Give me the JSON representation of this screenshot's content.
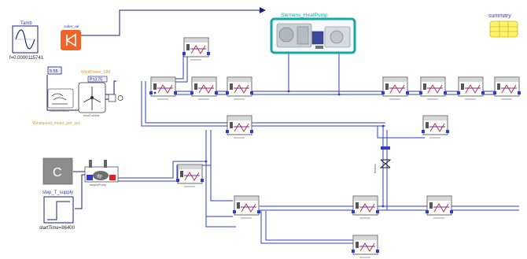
{
  "diagram": {
    "blocks": {
      "tamb": {
        "label": "Tamb",
        "param": "f=0.0000115741"
      },
      "outlet": {
        "label": "outlet_val"
      },
      "ratio": {
        "label": "5:55"
      },
      "wind_label": {
        "label": "WindPower_SIM"
      },
      "wind_value": {
        "label": "P=3.75"
      },
      "wind_turbine": {
        "label": "windTurbine"
      },
      "meas_label": {
        "label": "measurements"
      },
      "windspeed": {
        "label": "Windspeed_meter_per_sec"
      },
      "heatpump": {
        "label": "Siemens_HeatPump"
      },
      "summary": {
        "label": "summary"
      },
      "const_c": {
        "label": "C"
      },
      "step": {
        "label": "step_T_supply",
        "param": "startTime=86400"
      },
      "pump": {
        "label": "dp",
        "caption": "supplyPump"
      },
      "friction": {
        "label": "friction"
      }
    }
  }
}
